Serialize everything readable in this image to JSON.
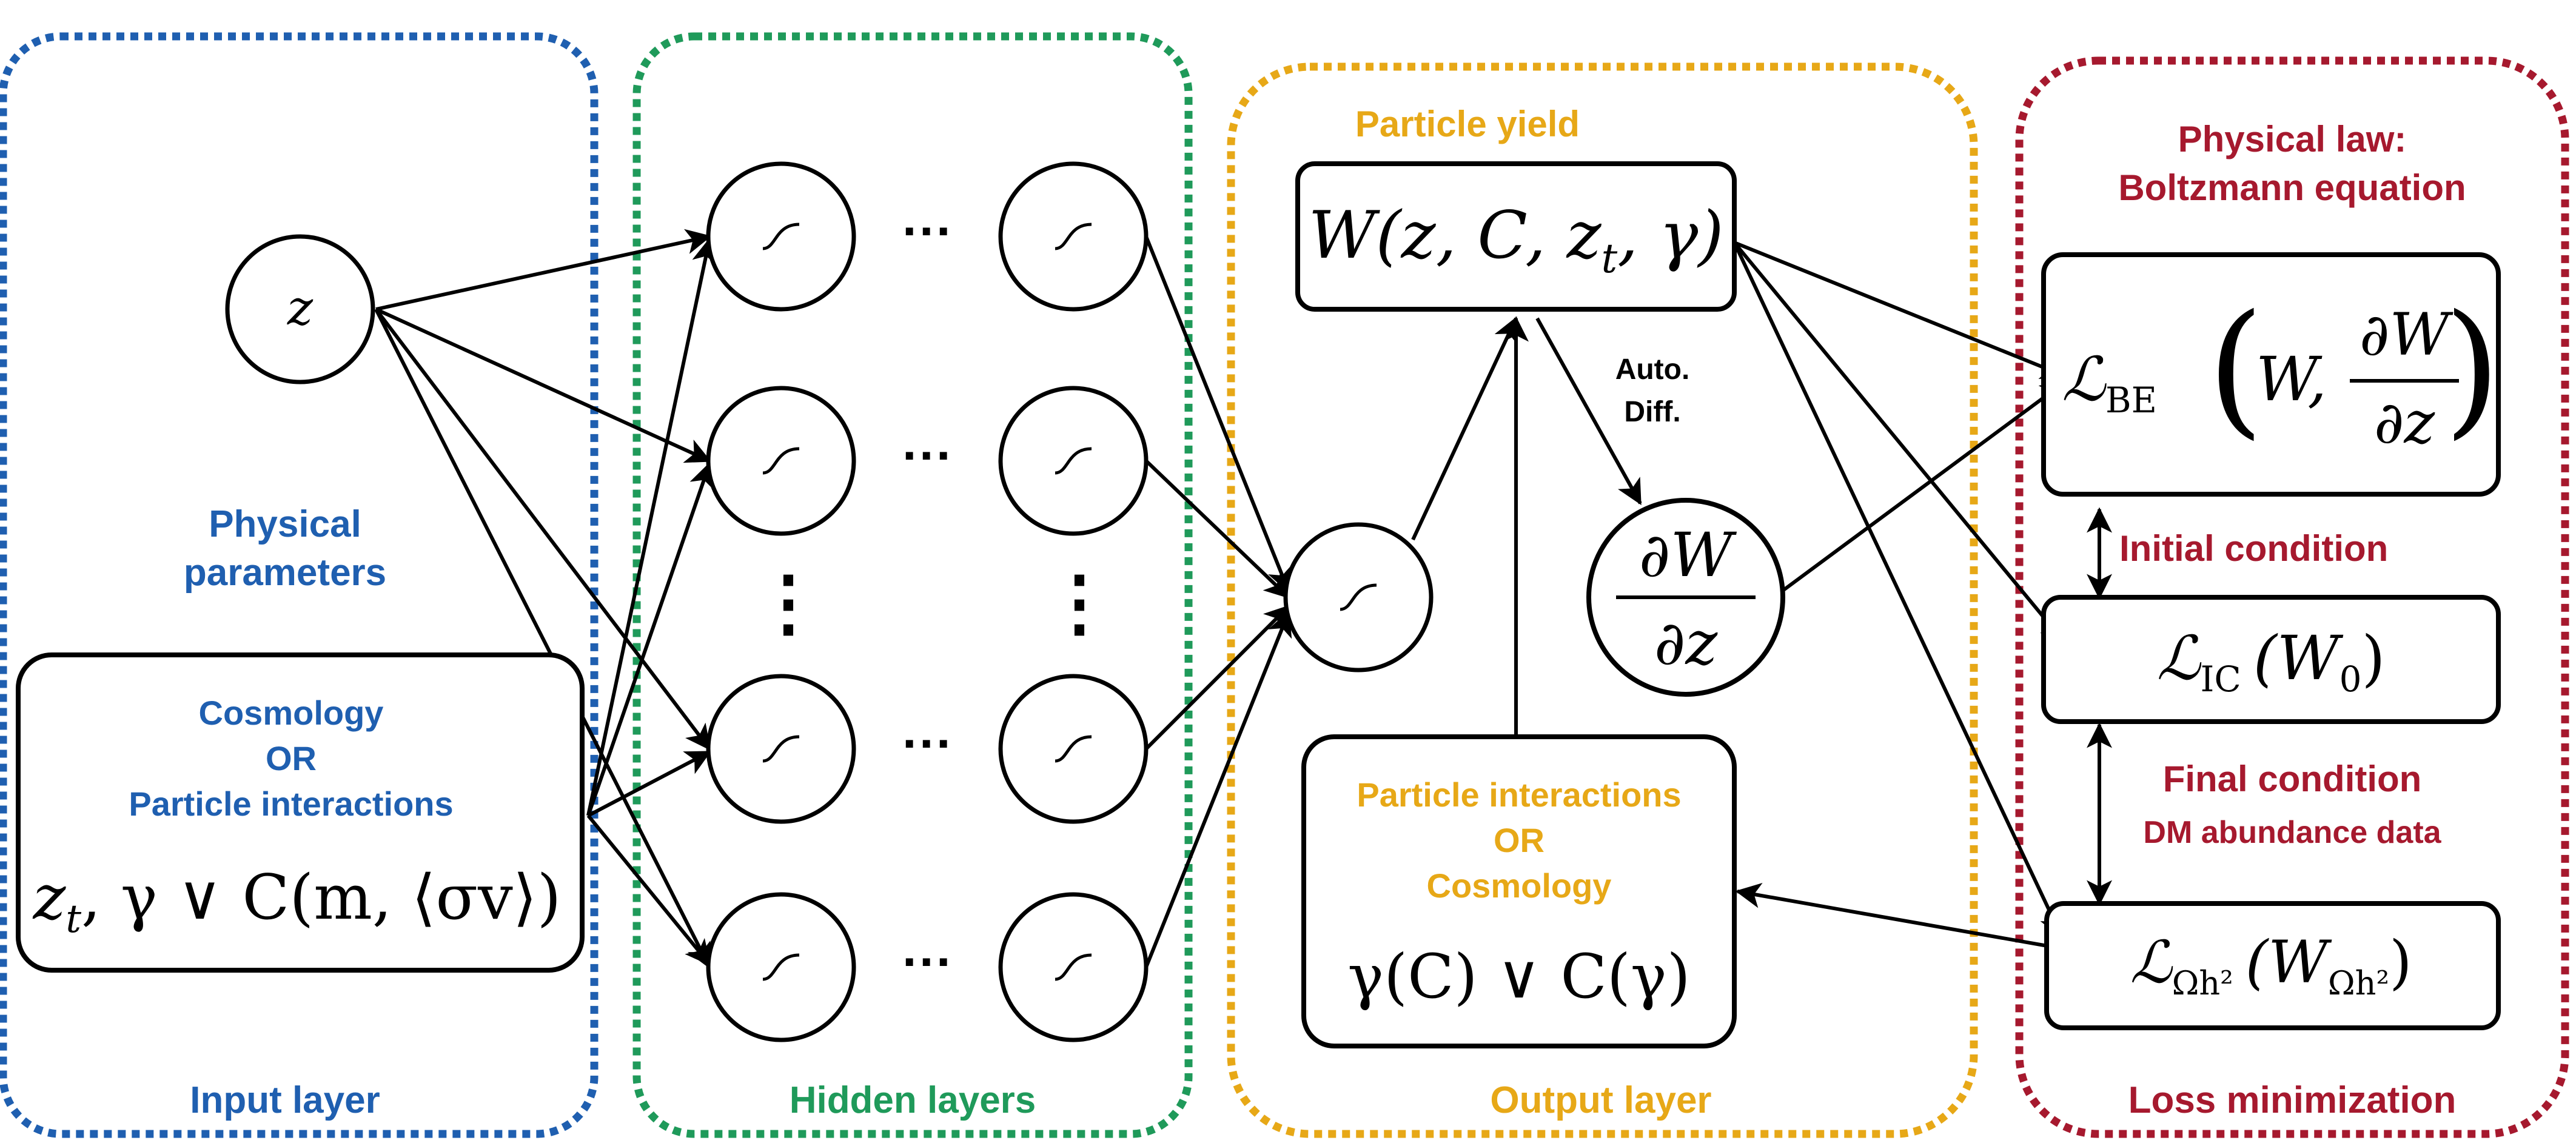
{
  "colors": {
    "input": "#1f5fb0",
    "hidden": "#1f9a5a",
    "output": "#e7a817",
    "loss": "#a6192e",
    "stroke": "#000000"
  },
  "panels": {
    "input": {
      "caption": "Input layer",
      "params_title": "Physical parameters",
      "params_title_line1": "Physical",
      "params_title_line2": "parameters",
      "box_line1": "Cosmology",
      "box_line2": "OR",
      "box_line3": "Particle interactions",
      "z_node": "z",
      "formula_a": "z",
      "formula_a_sub": "t",
      "formula_b": ", γ ∨ C(m, ⟨σv⟩)"
    },
    "hidden": {
      "caption": "Hidden layers",
      "hdots": "···",
      "vdots": "⋮"
    },
    "output": {
      "caption": "Output layer",
      "yield_title": "Particle yield",
      "yield_formula_a": "W(z, C, z",
      "yield_formula_sub": "t",
      "yield_formula_b": ", γ)",
      "autodiff_line1": "Auto.",
      "autodiff_line2": "Diff.",
      "deriv_num": "∂W",
      "deriv_den": "∂z",
      "box_line1": "Particle interactions",
      "box_line2": "OR",
      "box_line3": "Cosmology",
      "box_formula": "γ(C) ∨ C(γ)"
    },
    "loss": {
      "caption": "Loss minimization",
      "law_line1": "Physical law:",
      "law_line2": "Boltzmann equation",
      "be_L": "ℒ",
      "be_sub": "BE",
      "be_W": "W,",
      "be_num": "∂W",
      "be_den": "∂z",
      "ic_label": "Initial condition",
      "ic_L": "ℒ",
      "ic_sub": "IC",
      "ic_arg": "(W",
      "ic_arg_sub": "0",
      "ic_close": ")",
      "fc_label": "Final condition",
      "fc_sub_label": "DM abundance data",
      "om_L": "ℒ",
      "om_sub": "Ωh²",
      "om_arg": "(W",
      "om_arg_sub": "Ωh²",
      "om_close": ")"
    }
  }
}
